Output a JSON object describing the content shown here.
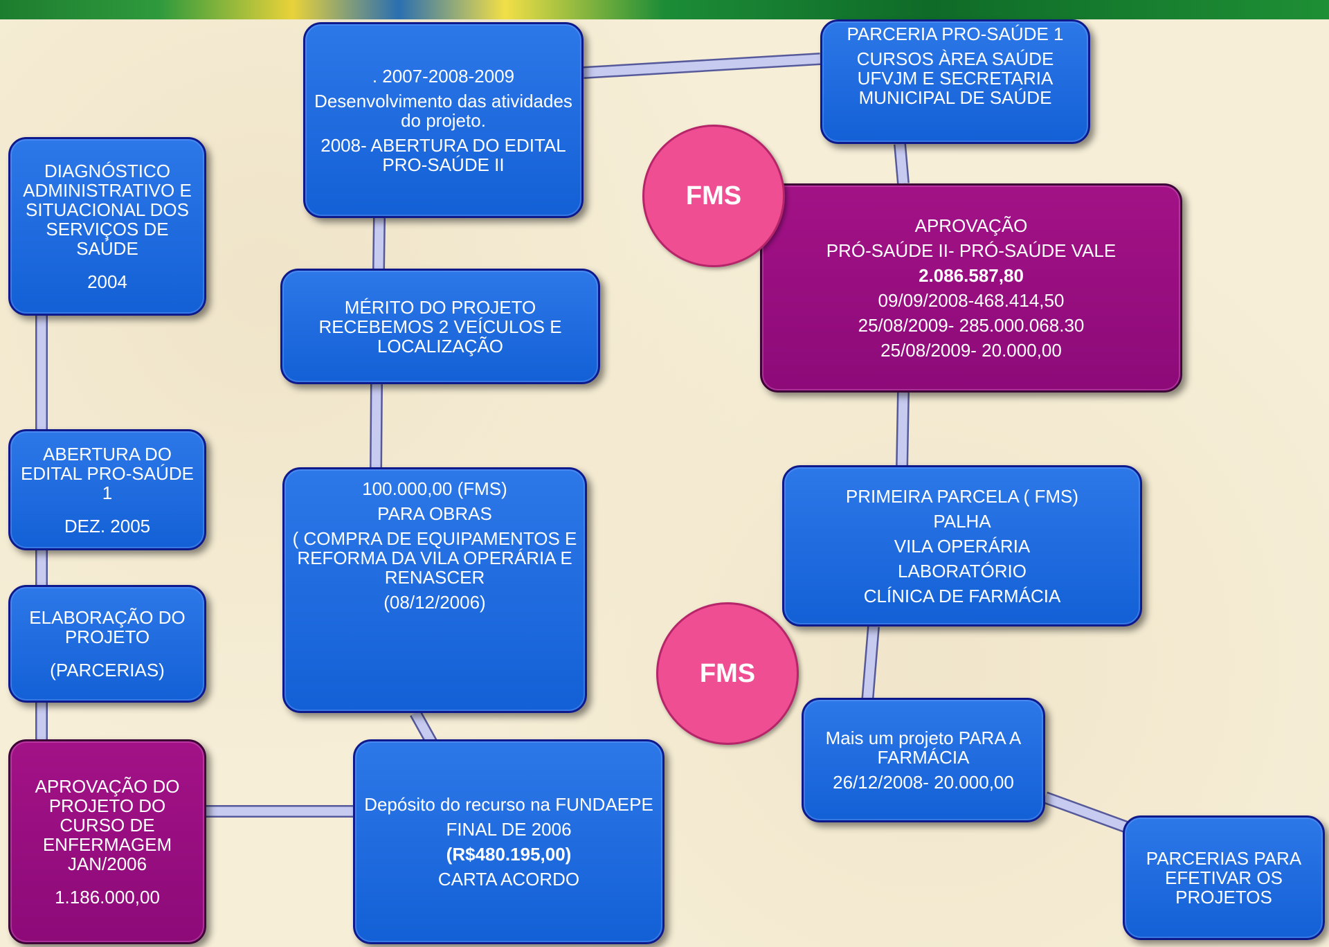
{
  "boxes": {
    "diagnostico": {
      "lines": [
        "DIAGNÓSTICO ADMINISTRATIVO E SITUACIONAL DOS SERVIÇOS DE SAÚDE",
        "2004"
      ]
    },
    "abertura1": {
      "lines": [
        "ABERTURA DO EDITAL PRO-SAÚDE 1",
        "DEZ. 2005"
      ]
    },
    "elaboracao": {
      "lines": [
        "ELABORAÇÃO DO PROJETO",
        "(PARCERIAS)"
      ]
    },
    "aprovacao_curso": {
      "lines": [
        "APROVAÇÃO DO PROJETO DO CURSO DE ENFERMAGEM JAN/2006",
        "1.186.000,00"
      ]
    },
    "desenvolvimento": {
      "lines": [
        ". 2007-2008-2009",
        "Desenvolvimento das atividades do projeto.",
        "2008- ABERTURA DO EDITAL PRO-SAÚDE II"
      ]
    },
    "merito": {
      "lines": [
        "MÉRITO DO PROJETO RECEBEMOS 2 VEÍCULOS E LOCALIZAÇÃO"
      ]
    },
    "obras": {
      "lines": [
        "100.000,00 (FMS)",
        "PARA OBRAS",
        "( COMPRA DE EQUIPAMENTOS E REFORMA DA VILA OPERÁRIA E RENASCER",
        "(08/12/2006)"
      ]
    },
    "deposito": {
      "lines": [
        "Depósito do recurso na FUNDAEPE",
        "FINAL DE 2006",
        "(R$480.195,00)",
        "CARTA ACORDO"
      ]
    },
    "parceria1": {
      "lines": [
        "PARCERIA PRO-SAÚDE 1",
        "CURSOS ÀREA SAÚDE UFVJM E SECRETARIA MUNICIPAL DE SAÚDE"
      ]
    },
    "aprovacao2": {
      "lines": [
        "APROVAÇÃO",
        "PRÓ-SAÚDE II- PRÓ-SAÚDE VALE",
        "2.086.587,80",
        "09/09/2008-468.414,50",
        "25/08/2009- 285.000.068.30",
        "25/08/2009- 20.000,00"
      ]
    },
    "primeira_parcela": {
      "lines": [
        "PRIMEIRA PARCELA ( FMS)",
        "PALHA",
        "VILA OPERÁRIA",
        "LABORATÓRIO",
        "CLÍNICA DE FARMÁCIA"
      ]
    },
    "mais_projeto": {
      "lines": [
        "Mais um projeto PARA A FARMÁCIA",
        "26/12/2008- 20.000,00"
      ]
    },
    "parcerias": {
      "lines": [
        "PARCERIAS PARA EFETIVAR OS PROJETOS"
      ]
    }
  },
  "callouts": {
    "top": "FMS",
    "bottom": "FMS"
  },
  "colors": {
    "box_blue": "#1f6ae0",
    "box_purple": "#96107f",
    "connector": "#c7cbf0",
    "callout_pink": "#ef4f92",
    "background": "#f6eed7"
  }
}
